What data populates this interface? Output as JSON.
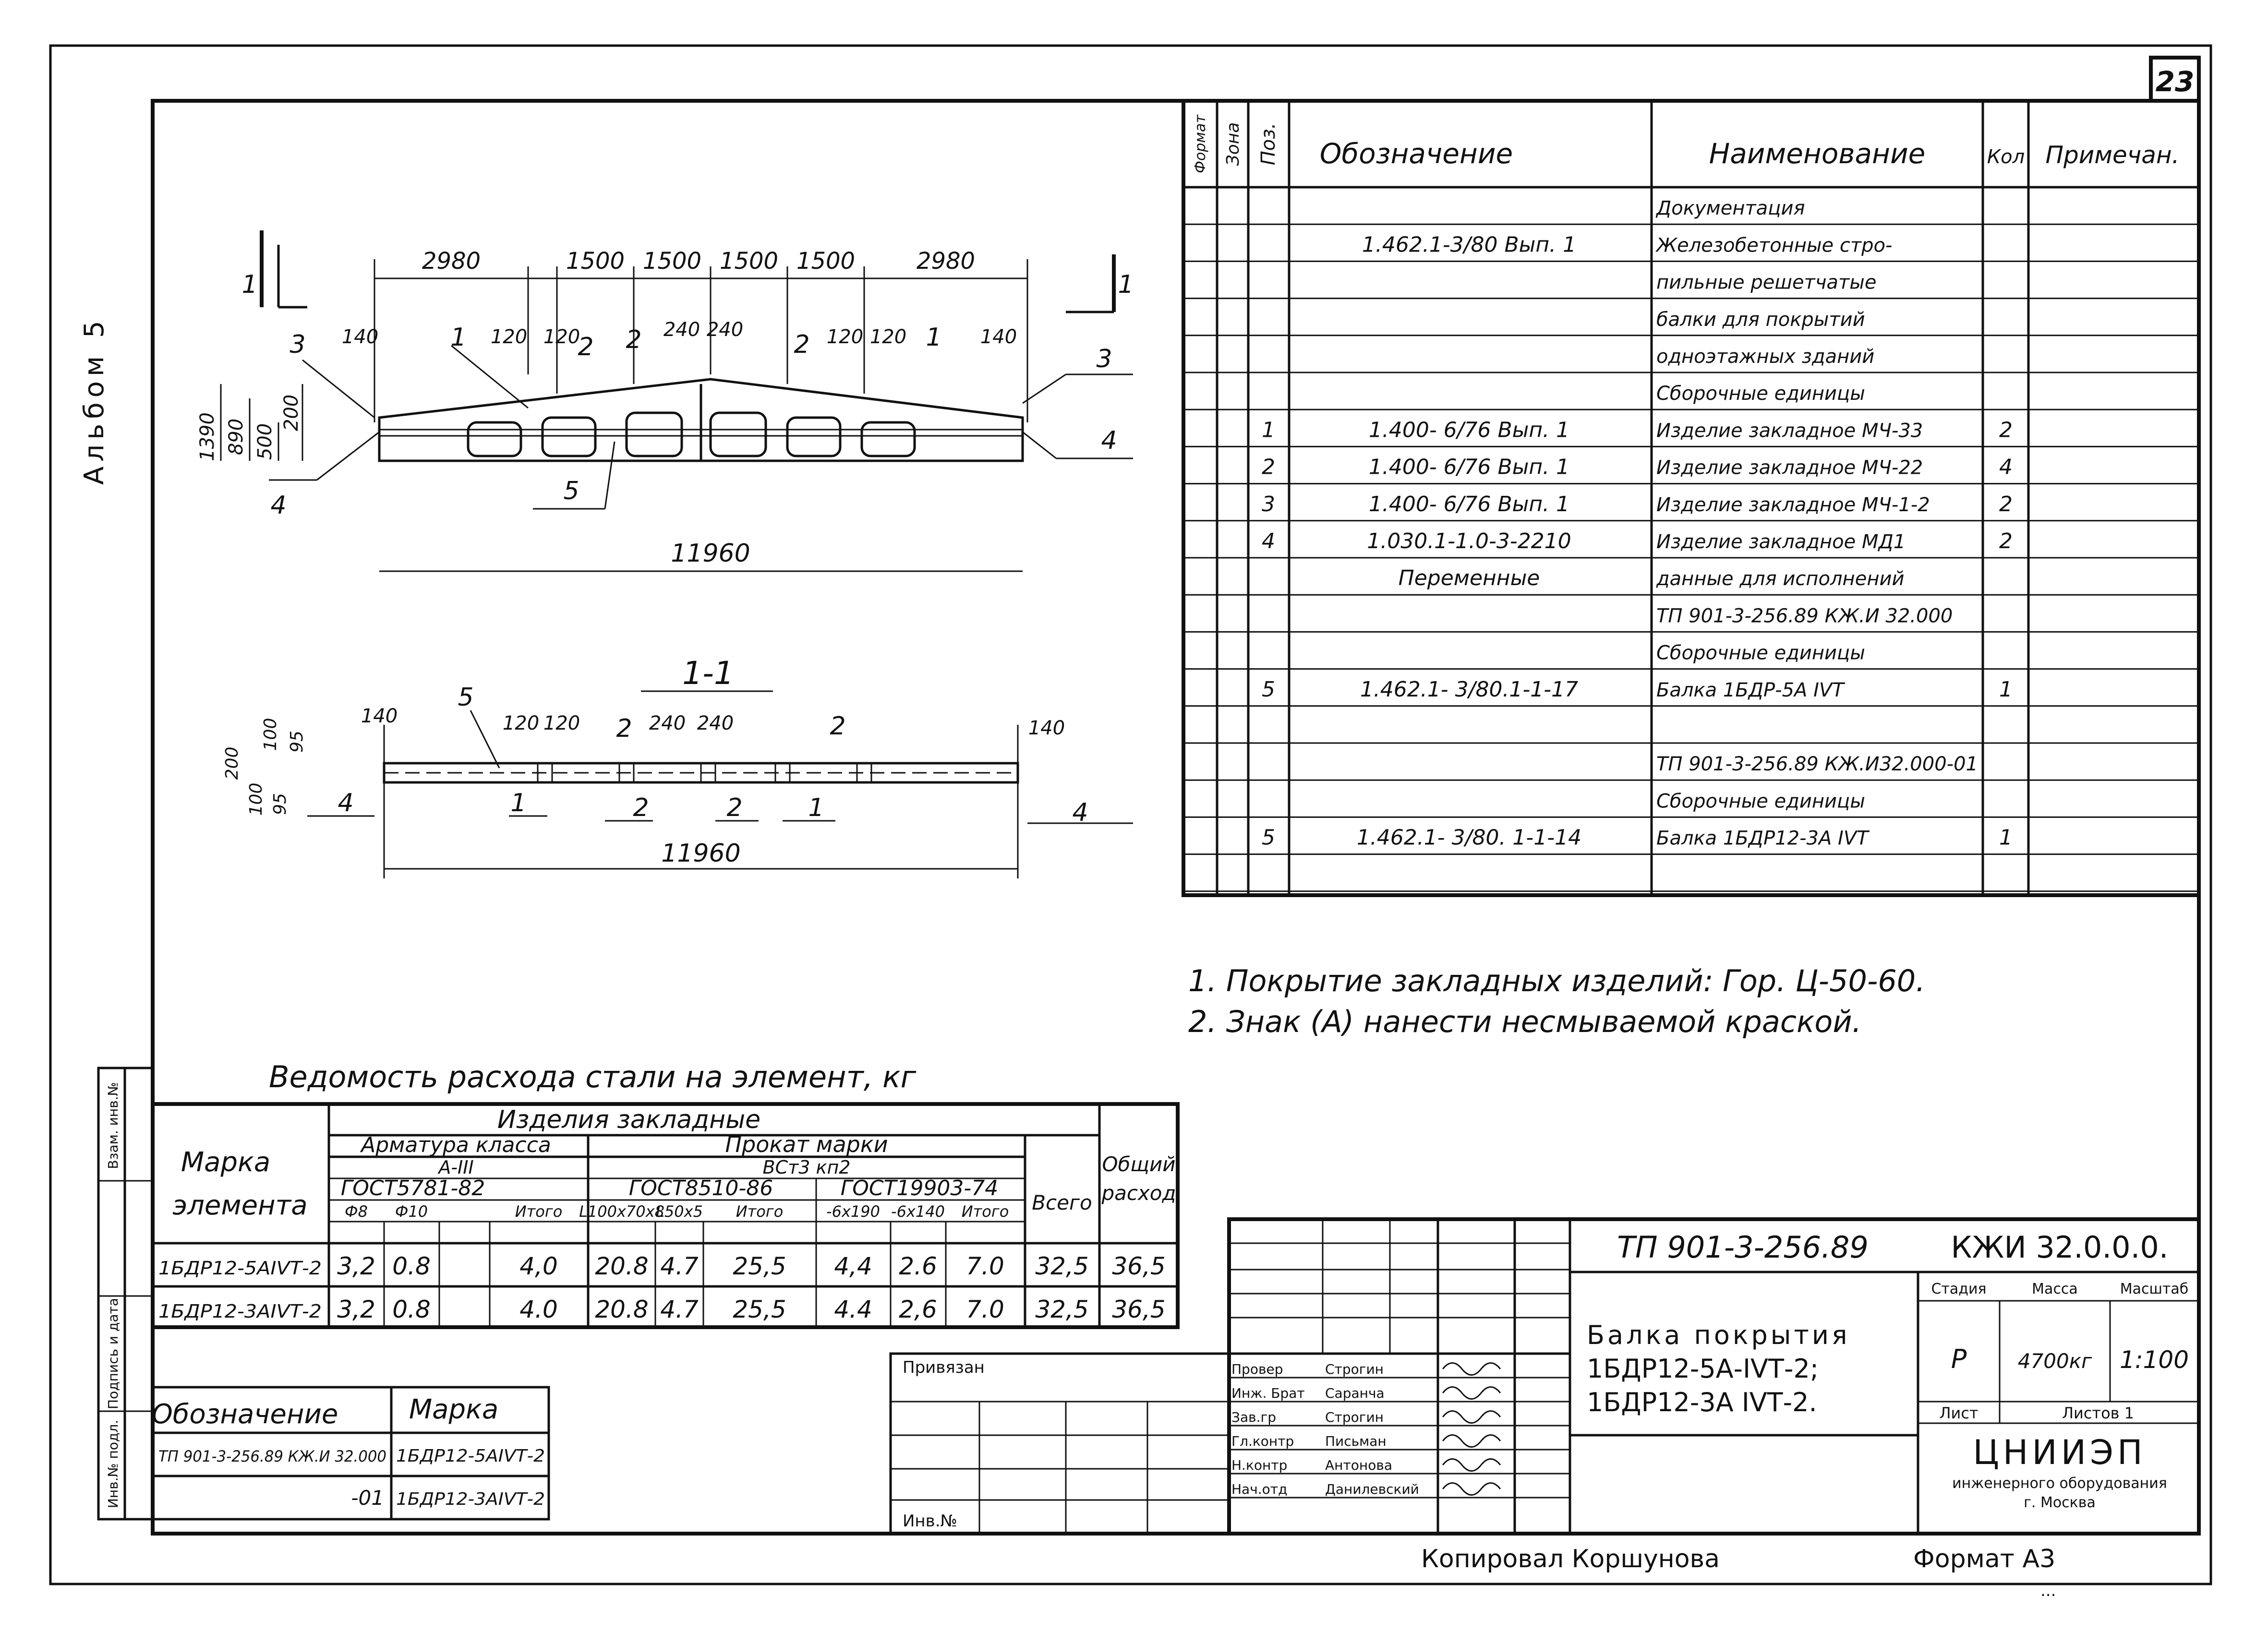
{
  "sheet": {
    "page_number": "23",
    "album_label": "Альбом 5",
    "copied_by": "Копировал  Коршунова",
    "format": "Формат  А3",
    "stamp_code": "..."
  },
  "drawing": {
    "top_dims": [
      "2980",
      "1500",
      "1500",
      "1500",
      "1500",
      "2980"
    ],
    "top_small": [
      "140",
      "120",
      "120",
      "240",
      "240",
      "120",
      "120",
      "140"
    ],
    "top_heights": [
      "1390",
      "890",
      "500",
      "200"
    ],
    "top_total": "11960",
    "top_callouts": [
      "1",
      "2",
      "2",
      "2",
      "1",
      "3",
      "3",
      "4",
      "4",
      "5"
    ],
    "section_marker_left": "1",
    "section_marker_right": "1",
    "section_title": "1-1",
    "sec_small": [
      "140",
      "120",
      "120",
      "240",
      "240",
      "140"
    ],
    "sec_heights": [
      "200",
      "100",
      "95",
      "100",
      "95"
    ],
    "sec_total": "11960",
    "sec_callouts": [
      "5",
      "2",
      "2",
      "4",
      "1",
      "2",
      "2",
      "1",
      "4"
    ]
  },
  "spec": {
    "headers": {
      "format": "Формат",
      "zone": "Зона",
      "pos": "Поз.",
      "designation": "Обозначение",
      "name": "Наименование",
      "qty": "Кол",
      "note": "Примечан."
    },
    "rows": [
      {
        "pos": "",
        "designation": "",
        "name": "Документация",
        "qty": ""
      },
      {
        "pos": "",
        "designation": "1.462.1-3/80 Вып. 1",
        "name": "Железобетонные стро-",
        "qty": ""
      },
      {
        "pos": "",
        "designation": "",
        "name": "пильные решетчатые",
        "qty": ""
      },
      {
        "pos": "",
        "designation": "",
        "name": "балки для покрытий",
        "qty": ""
      },
      {
        "pos": "",
        "designation": "",
        "name": "одноэтажных зданий",
        "qty": ""
      },
      {
        "pos": "",
        "designation": "",
        "name": "Сборочные единицы",
        "qty": ""
      },
      {
        "pos": "1",
        "designation": "1.400- 6/76  Вып. 1",
        "name": "Изделие закладное МЧ-33",
        "qty": "2"
      },
      {
        "pos": "2",
        "designation": "1.400- 6/76  Вып. 1",
        "name": "Изделие закладное МЧ-22",
        "qty": "4"
      },
      {
        "pos": "3",
        "designation": "1.400- 6/76  Вып. 1",
        "name": "Изделие закладное МЧ-1-2",
        "qty": "2"
      },
      {
        "pos": "4",
        "designation": "1.030.1-1.0-3-2210",
        "name": "Изделие закладное МД1",
        "qty": "2"
      },
      {
        "pos": "",
        "designation": "Переменные",
        "name": "данные для исполнений",
        "qty": ""
      },
      {
        "pos": "",
        "designation": "",
        "name": "ТП 901-3-256.89  КЖ.И 32.000",
        "qty": ""
      },
      {
        "pos": "",
        "designation": "",
        "name": "Сборочные единицы",
        "qty": ""
      },
      {
        "pos": "5",
        "designation": "1.462.1- 3/80.1-1-17",
        "name": "Балка 1БДР-5А IVТ",
        "qty": "1"
      },
      {
        "pos": "",
        "designation": "",
        "name": "",
        "qty": ""
      },
      {
        "pos": "",
        "designation": "",
        "name": "ТП 901-3-256.89 КЖ.И32.000-01",
        "qty": ""
      },
      {
        "pos": "",
        "designation": "",
        "name": "Сборочные единицы",
        "qty": ""
      },
      {
        "pos": "5",
        "designation": "1.462.1- 3/80. 1-1-14",
        "name": "Балка 1БДР12-3А IVТ",
        "qty": "1"
      },
      {
        "pos": "",
        "designation": "",
        "name": "",
        "qty": ""
      }
    ]
  },
  "notes": [
    "1. Покрытие закладных изделий: Гор. Ц-50-60.",
    "2. Знак (А) нанести несмываемой краской."
  ],
  "steel": {
    "title": "Ведомость расхода стали на элемент, кг",
    "h_mark_1": "Марка",
    "h_mark_2": "элемента",
    "h_items": "Изделия закладные",
    "h_rebar": "Арматура класса",
    "h_rebar_class": "А-III",
    "h_rebar_gost": "ГОСТ5781-82",
    "h_prokat": "Прокат марки",
    "h_prokat_mark": "ВСт3 кп2",
    "h_gost8510": "ГОСТ8510-86",
    "h_gost19903": "ГОСТ19903-74",
    "h_total": "Всего",
    "h_overall_1": "Общий",
    "h_overall_2": "расход",
    "sub": [
      "Ф8",
      "Ф10",
      "",
      "Итого",
      "L100x70x8",
      "L50x5",
      "Итого",
      "-6x190",
      "-6x140",
      "Итого"
    ],
    "rows": [
      [
        "1БДР12-5АIVТ-2",
        "3,2",
        "0.8",
        "",
        "4,0",
        "20.8",
        "4.7",
        "25,5",
        "4,4",
        "2.6",
        "7.0",
        "32,5",
        "36,5"
      ],
      [
        "1БДР12-3АIVТ-2",
        "3,2",
        "0.8",
        "",
        "4.0",
        "20.8",
        "4.7",
        "25,5",
        "4.4",
        "2,6",
        "7.0",
        "32,5",
        "36,5"
      ]
    ]
  },
  "marks_table": {
    "h_designation": "Обозначение",
    "h_mark": "Марка",
    "rows": [
      [
        "ТП 901-3-256.89 КЖ.И 32.000",
        "1БДР12-5АIVТ-2"
      ],
      [
        "-01",
        "1БДР12-3АIVТ-2"
      ]
    ]
  },
  "side_strip": [
    "Инв.№ подл.",
    "Подпись и дата",
    "Взам. инв.№"
  ],
  "title_block": {
    "privyazan": "Привязан",
    "inv": "Инв.№",
    "project": "ТП 901-3-256.89",
    "code": "КЖИ 32.0.0.0.",
    "name_1": "Балка покрытия",
    "name_2": "1БДР12-5А-IVТ-2;",
    "name_3": "1БДР12-3А IVТ-2.",
    "h_stage": "Стадия",
    "h_mass": "Масса",
    "h_scale": "Масштаб",
    "stage": "Р",
    "mass": "4700кг",
    "scale": "1:100",
    "sheet": "Лист",
    "sheets": "Листов 1",
    "org": "ЦНИИЭП",
    "org_sub_1": "инженерного оборудования",
    "org_sub_2": "г. Москва",
    "roles": [
      [
        "Провер",
        "Строгин"
      ],
      [
        "Инж. Брат",
        "Саранча"
      ],
      [
        "Зав.гр",
        "Строгин"
      ],
      [
        "Гл.контр",
        "Письман"
      ],
      [
        "Н.контр",
        "Антонова"
      ],
      [
        "Нач.отд",
        "Данилевский"
      ]
    ]
  }
}
